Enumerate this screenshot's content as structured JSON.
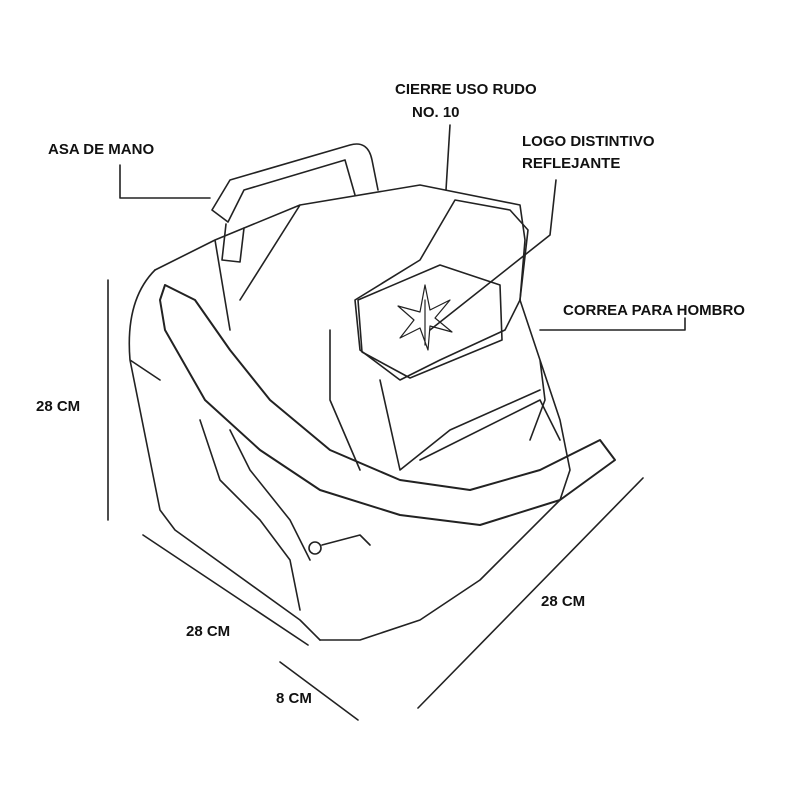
{
  "labels": {
    "handle": "ASA DE MANO",
    "zipper_line1": "CIERRE USO RUDO",
    "zipper_line2": "NO. 10",
    "logo_line1": "LOGO DISTINTIVO",
    "logo_line2": "REFLEJANTE",
    "strap": "CORREA PARA HOMBRO"
  },
  "dimensions": {
    "height": "28 CM",
    "width": "28 CM",
    "depth": "8 CM",
    "length": "28 CM"
  }
}
